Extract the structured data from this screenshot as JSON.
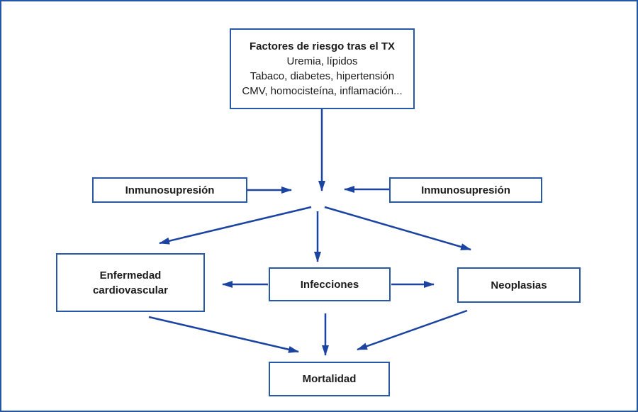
{
  "diagram": {
    "nodes": {
      "risk_factors": {
        "title": "Factores de riesgo tras el TX",
        "lines": [
          "Uremia, lípidos",
          "Tabaco, diabetes, hipertensión",
          "CMV, homocisteína, inflamación..."
        ]
      },
      "immuno_left": {
        "label": "Inmunosupresión"
      },
      "immuno_right": {
        "label": "Inmunosupresión"
      },
      "cardiovascular": {
        "line1": "Enfermedad",
        "line2": "cardiovascular"
      },
      "infections": {
        "label": "Infecciones"
      },
      "neoplasms": {
        "label": "Neoplasias"
      },
      "mortality": {
        "label": "Mortalidad"
      }
    },
    "edges": [
      {
        "from": "risk_factors",
        "to": "center"
      },
      {
        "from": "immuno_left",
        "to": "center"
      },
      {
        "from": "immuno_right",
        "to": "center"
      },
      {
        "from": "center",
        "to": "cardiovascular"
      },
      {
        "from": "center",
        "to": "infections"
      },
      {
        "from": "center",
        "to": "neoplasms"
      },
      {
        "from": "infections",
        "to": "cardiovascular"
      },
      {
        "from": "infections",
        "to": "neoplasms"
      },
      {
        "from": "cardiovascular",
        "to": "mortality"
      },
      {
        "from": "infections",
        "to": "mortality"
      },
      {
        "from": "neoplasms",
        "to": "mortality"
      }
    ],
    "colors": {
      "frame_border": "#2456a6",
      "box_border": "#2a58a8",
      "arrow": "#1b44a0",
      "text": "#1c1c1c"
    }
  }
}
